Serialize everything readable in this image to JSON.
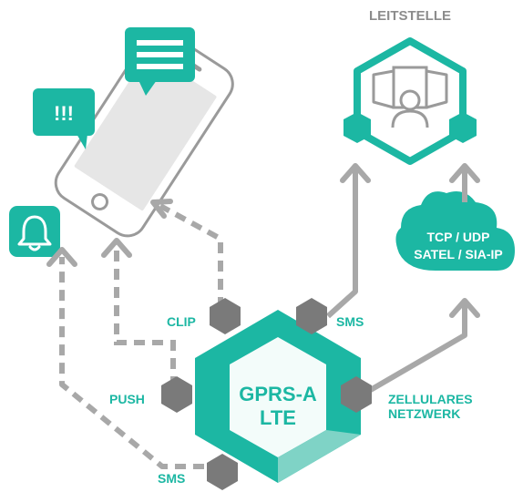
{
  "colors": {
    "teal": "#1cb7a3",
    "teal_light": "#7fd3c6",
    "gray": "#8c8c8c",
    "gray_dark": "#7a7a7a",
    "gray_light": "#e6e6e6",
    "gray_line": "#a8a8a8",
    "white": "#ffffff"
  },
  "labels": {
    "leitstelle": "LEITSTELLE",
    "module_line1": "GPRS-A",
    "module_line2": "LTE",
    "clip": "CLIP",
    "sms_top": "SMS",
    "push": "PUSH",
    "sms_bottom": "SMS",
    "zell_line1": "ZELLULARES",
    "zell_line2": "NETZWERK",
    "cloud_line1": "TCP / UDP",
    "cloud_line2": "SATEL / SIA-IP",
    "exclaim": "!!!"
  },
  "icons": {
    "phone": "smartphone-icon",
    "message": "message-bubble-icon",
    "alert": "alert-bubble-icon",
    "bell": "bell-icon",
    "station": "monitoring-station-icon",
    "cloud": "cloud-icon"
  }
}
